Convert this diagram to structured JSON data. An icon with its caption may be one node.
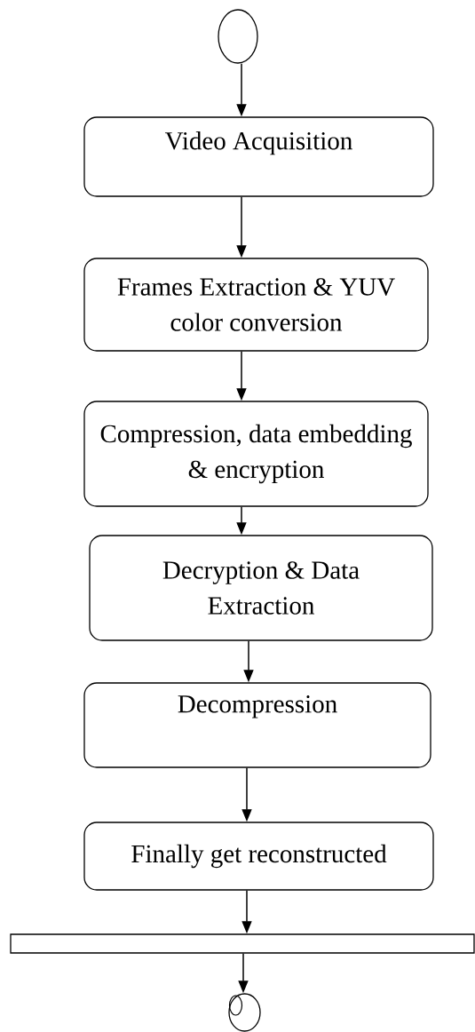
{
  "diagram": {
    "nodes": [
      {
        "text": [],
        "shape": "circle"
      },
      {
        "text": [
          "Video Acquisition"
        ]
      },
      {
        "text": [
          "Frames Extraction & YUV color conversion"
        ]
      },
      {
        "text": [
          "Compression, data embedding & encryption"
        ]
      },
      {
        "text": [
          "Decryption & Data Extraction"
        ]
      },
      {
        "text": [
          "Decompression"
        ]
      },
      {
        "text": [
          "Finally get reconstructed"
        ]
      },
      {
        "text": [],
        "shape": "bar"
      },
      {
        "text": [],
        "shape": "circle"
      }
    ],
    "edges": [
      {
        "from": 0,
        "to": 1,
        "arrow": "to"
      },
      {
        "from": 1,
        "to": 2,
        "arrow": "to"
      },
      {
        "from": 2,
        "to": 3,
        "arrow": "to"
      },
      {
        "from": 3,
        "to": 4,
        "arrow": "to"
      },
      {
        "from": 4,
        "to": 5,
        "arrow": "to"
      },
      {
        "from": 5,
        "to": 6,
        "arrow": "to"
      },
      {
        "from": 6,
        "to": 7,
        "arrow": "to"
      },
      {
        "from": 7,
        "to": 8,
        "arrow": "to"
      }
    ]
  }
}
